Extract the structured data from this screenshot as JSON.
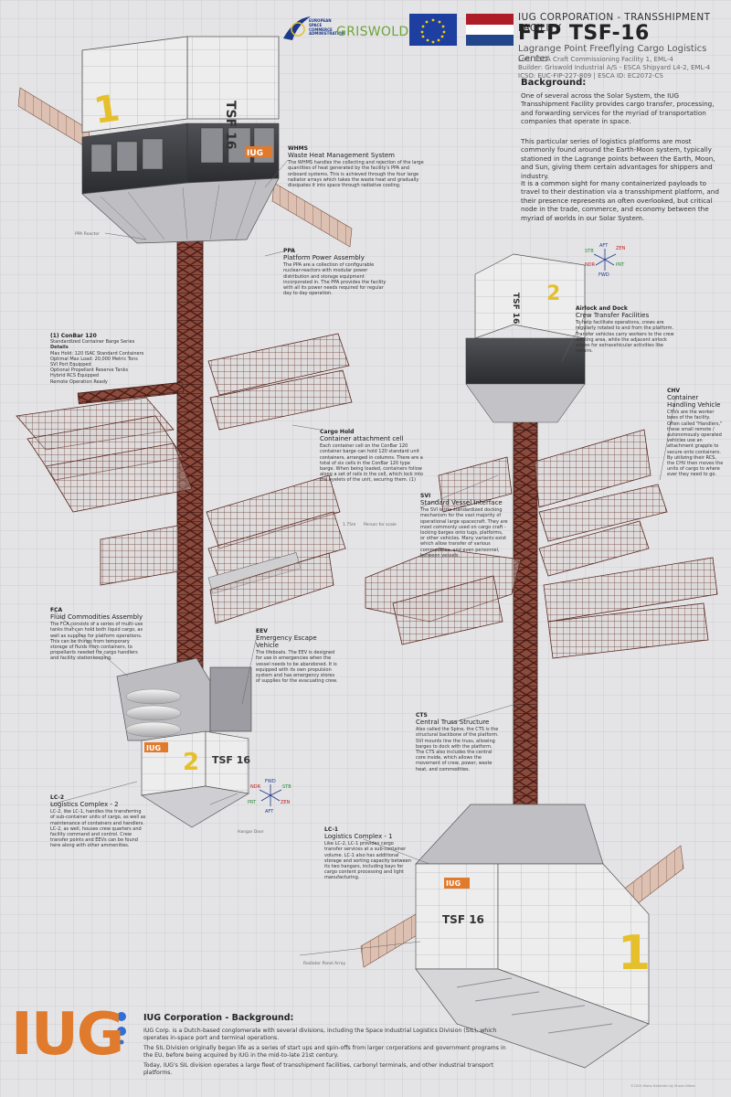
{
  "header": {
    "corp": "IUG CORPORATION - TRANSSHIPMENT FACILITY",
    "title": "FFP TSF-16",
    "subtitle": "Lagrange Point Freeflying Cargo Logistics Center",
    "meta": [
      "LoR: ESCA Craft Commissioning Facility 1, EML-4",
      "Builder: Griswold Industrial A/S  -  ESCA Shipyard L4-2, EML-4",
      "ICSO: EUC-FIP-227-809 | ESCA ID: EC2072-CS"
    ]
  },
  "logos": {
    "esca_lines": [
      "EUROPEAN",
      "SPACE",
      "COMMERCE",
      "ADMINISTRATION"
    ],
    "griswold": "GRISWOLD",
    "iug": "IUG"
  },
  "background": {
    "title": "Background:",
    "paragraphs": [
      "One of several across the Solar System, the IUG Transshipment Facility provides cargo transfer, processing, and forwarding services for the myriad of transportation companies that operate in space.",
      "This particular series of logistics platforms are most commonly found around the Earth-Moon system, typically stationed in the Lagrange points between the Earth, Moon, and Sun, giving them certain advantages for shippers and industry.",
      "It is a common sight for many containerized payloads to travel to their destination via a transshipment platform, and their presence represents an often overlooked, but critical node in the trade, commerce, and economy between the myriad of worlds in our Solar System."
    ]
  },
  "labels": {
    "whms": {
      "code": "WHMS",
      "name": "Waste Heat Management System",
      "body": "The WHMS handles the collecting and rejection of the large quantities of heat generated by the facility's PPA and onboard systems. This is achieved through the four large radiator arrays which takes the waste heat and gradually dissipates it into space through radiative cooling."
    },
    "ppa": {
      "code": "PPA",
      "name": "Platform Power Assembly",
      "body": "The PPA are a collection of configurable nuclear-reactors with modular power distribution and storage equipment incorporated in. The PPA provides the facility with all its power needs required for regular day to day operation."
    },
    "conbar": {
      "code": "(1) ConBar 120",
      "name": "Standardized Container Barge Series",
      "details_title": "Details",
      "details": [
        "Max Hold: 120 ISAC Standard Containers",
        "Optimal Max Load: 20,000 Metric Tons",
        "SVI Port Equipped",
        "Optional Propellant Reserve Tanks",
        "Hybrid RCS Equipped",
        "Remote Operation Ready"
      ]
    },
    "cargo": {
      "code": "Cargo Hold",
      "name": "Container attachment cell",
      "body": "Each container cell on the ConBar 120 container barge can hold 120 standard unit containers, arranged in columns. There are a total of six cells in the ConBar 120 type barge. When being loaded, containers follow along a set of rails in the cell, which lock into the eyelets of the unit, securing them. (1)"
    },
    "airlock": {
      "code": "Airlock and Dock",
      "name": "Crew Transfer Facilities",
      "body": "To help facilitate operations, crews are regularly rotated to and from the platform. Transfer vehicles carry workers to the crew docking area, while the adjacent airlock allows for extravehicular activities like repairs."
    },
    "chv": {
      "code": "CHV",
      "name": "Container Handling Vehicle",
      "body": "CHVs are the worker bees of the facility. Often called \"Handlers,\" these small remote / autonomously operated vehicles use an attachment grapple to secure onto containers. By utilizing their RCS, the CHV then moves the units of cargo to where ever they need to go."
    },
    "svi": {
      "code": "SVI",
      "name": "Standard Vessel Interface",
      "body": "The SVI is the standardized docking mechanism for the vast majority of operational large spacecraft. They are most commonly used on cargo craft - locking barges onto tugs, platforms, or other vehicles. Many variants exist which allow transfer of various commodities, and even personnel, between vessels."
    },
    "fca": {
      "code": "FCA",
      "name": "Fluid Commodities Assembly",
      "body": "The FCA consists of a series of multi-use tanks that can hold both liquid cargo, as well as supplies for platform operations. This can be things from temporary storage of fluids from containers, to propellants needed for cargo handlers and facility stationkeeping."
    },
    "eev": {
      "code": "EEV",
      "name": "Emergency Escape Vehicle",
      "body": "The lifeboats. The EEV is designed for use in emergencies when the vessel needs to be abandoned. It is equipped with its own propulsion system and has emergency stores of supplies for the evacuating crew."
    },
    "cts": {
      "code": "CTS",
      "name": "Central Truss Structure",
      "body": "Also called the Spine, the CTS is the structural backbone of the platform. SVI mounts line the truss, allowing barges to dock with the platform. The CTS also includes the central core inside, which allows the movement of crew, power, waste heat, and commodities."
    },
    "lc2": {
      "code": "LC-2",
      "name": "Logistics Complex - 2",
      "body": "LC-2, like LC-1, handles the transferring of sub-container units of cargo, as well as maintenance of containers and handlers. LC-2, as well, houses crew quarters and facility command and control. Crew transfer points and EEVs can be found here along with other ammenities."
    },
    "lc1": {
      "code": "LC-1",
      "name": "Logistics Complex - 1",
      "body": "Like LC-2, LC-1 provides cargo transfer services at a sub-container volume. LC-1 also has additional storage and sorting capacity between its two hangars, including bays for cargo content processing and light manufacturing."
    }
  },
  "small_labels": {
    "ppa_reactor": "PPA Reactor",
    "scale": "1.75m",
    "person": "Person for scale",
    "hangar": "Hangar Door",
    "radiator": "Radiator Panel Array"
  },
  "axes": {
    "aft": "AFT",
    "fwd": "FWD",
    "stb": "STB",
    "prt": "PRT",
    "zen": "ZEN",
    "ndr": "NDR"
  },
  "module_marks": {
    "top_num": "1",
    "top_text": "TSF 16",
    "lc2_num": "2",
    "lc2_text": "TSF 16",
    "right_top_num": "2",
    "right_top_text": "TSF 16",
    "lc1_num": "1",
    "lc1_text": "TSF 16"
  },
  "footer": {
    "title": "IUG Corporation - Background:",
    "paragraphs": [
      "IUG Corp. is a Dutch-based conglomerate with several divisions, including the Space Industrial Logistics Division (SIL), which operates in-space port and terminal operations.",
      "The SIL Division originally began life as a series of start ups and spin-offs from larger corporations and government programs in the EU, before being acquired by IUG in the mid-to-late 21st century.",
      "Today, IUG's SIL division operates a large fleet of transshipment facilities, carbonyl terminals, and other industrial transport platforms."
    ],
    "iug": "IUG",
    "copyright": "©2024 Misha Hallström by Sharis Nilsen"
  },
  "colors": {
    "iug_orange": "#e07a2c",
    "iug_blue": "#2f6fd6",
    "truss": "#7a3b30",
    "eu_blue": "#1e3fa0",
    "nl_red": "#ae1c28",
    "nl_blue": "#21468b",
    "radiator": "#d7b8a8",
    "container_grid": "#8a4a3a",
    "module_panel": "#e9e9ea",
    "accent_yellow": "#e5c02a"
  }
}
